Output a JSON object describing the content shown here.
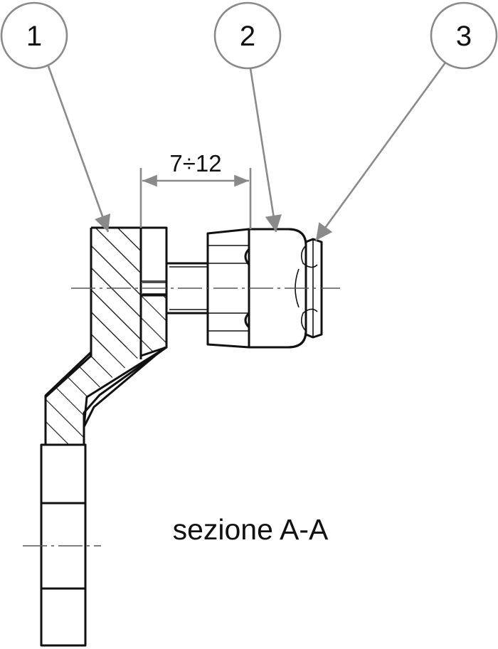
{
  "balloons": [
    {
      "label": "1"
    },
    {
      "label": "2"
    },
    {
      "label": "3"
    }
  ],
  "dimension": {
    "label": "7÷12"
  },
  "caption": "sezione A-A"
}
